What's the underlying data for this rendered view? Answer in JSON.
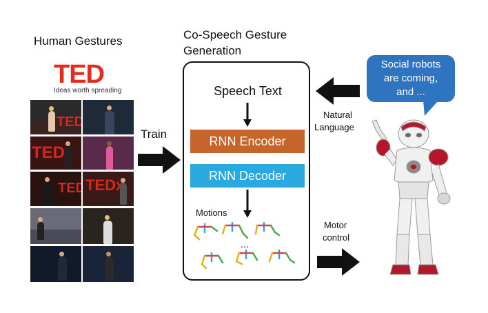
{
  "left": {
    "title": "Human Gestures",
    "logo_letters": "TED",
    "logo_tagline": "Ideas worth spreading"
  },
  "train_label": "Train",
  "center": {
    "title_line1": "Co-Speech Gesture",
    "title_line2": "Generation",
    "speech_text": "Speech Text",
    "encoder": "RNN Encoder",
    "decoder": "RNN Decoder",
    "motions": "Motions",
    "ellipsis": "..."
  },
  "right": {
    "bubble_line1": "Social robots",
    "bubble_line2": "are coming,",
    "bubble_line3": "and ...",
    "natural_line1": "Natural",
    "natural_line2": "Language",
    "motor_line1": "Motor",
    "motor_line2": "control"
  },
  "colors": {
    "ted_red": "#e62b1e",
    "encoder": "#c5652b",
    "decoder": "#2aa8e0",
    "bubble": "#2e74c0",
    "robot_red": "#b5172a"
  },
  "icons": [
    "ted-logo",
    "train-arrow-icon",
    "natural-language-arrow-icon",
    "motor-control-arrow-icon",
    "robot-icon"
  ]
}
